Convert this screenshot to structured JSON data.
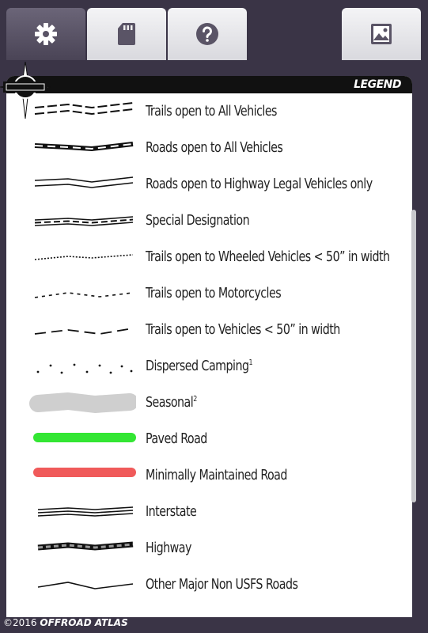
{
  "tabs": [
    {
      "name": "settings",
      "icon": "gear-icon",
      "active": true
    },
    {
      "name": "storage",
      "icon": "sd-card-icon",
      "active": false
    },
    {
      "name": "help",
      "icon": "help-icon",
      "active": false
    },
    {
      "name": "image",
      "icon": "image-icon",
      "active": false
    }
  ],
  "legend": {
    "title": "LEGEND",
    "items": [
      {
        "label": "Trails open to All Vehicles"
      },
      {
        "label": "Roads open to All Vehicles"
      },
      {
        "label": "Roads open to Highway Legal Vehicles only"
      },
      {
        "label": "Special Designation"
      },
      {
        "label": "Trails open to Wheeled Vehicles < 50” in width"
      },
      {
        "label": "Trails open to Motorcycles"
      },
      {
        "label": "Trails open to Vehicles < 50” in width"
      },
      {
        "label": "Dispersed Camping",
        "sup": "1"
      },
      {
        "label": "Seasonal",
        "sup": "2"
      },
      {
        "label": "Paved Road"
      },
      {
        "label": "Minimally Maintained Road"
      },
      {
        "label": "Interstate"
      },
      {
        "label": "Highway"
      },
      {
        "label": "Other Major Non  USFS Roads"
      }
    ]
  },
  "colors": {
    "paved": "#33e633",
    "minimal": "#f05a5a",
    "seasonal": "#cfcfcf",
    "tab_active": "#5a5466"
  },
  "footer": {
    "copyright": "©2016",
    "brand": "OFFROAD ATLAS"
  }
}
